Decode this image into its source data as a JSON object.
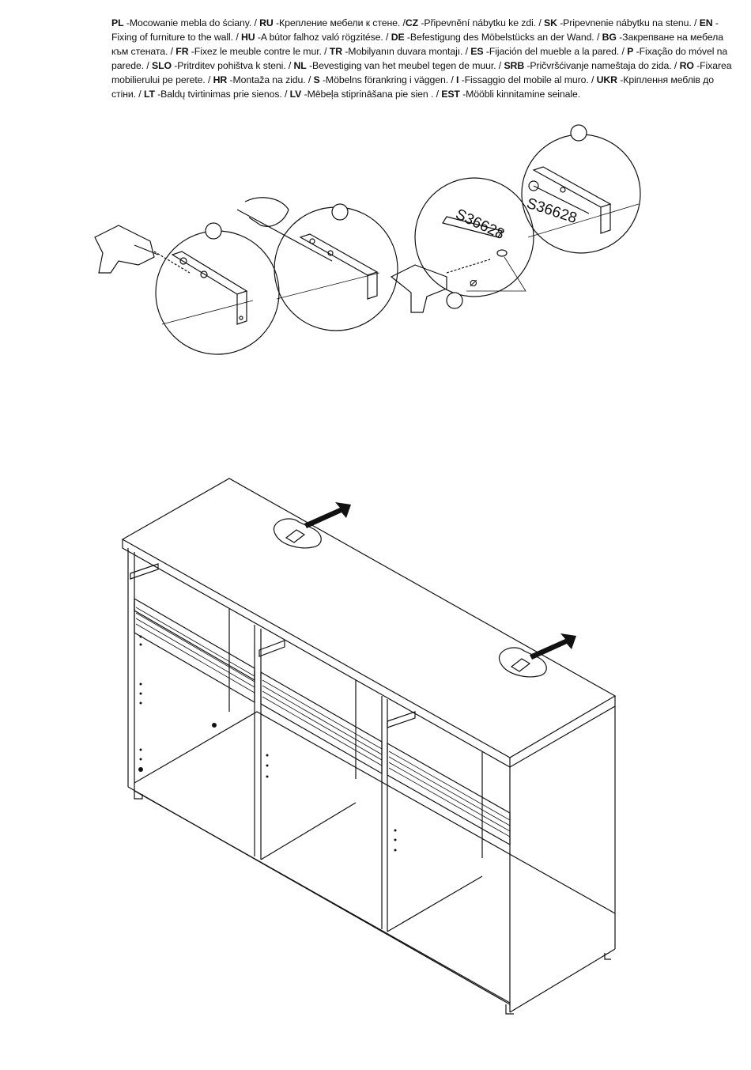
{
  "instructions": [
    {
      "code": "PL",
      "text": " -Mocowanie mebla do ściany. / "
    },
    {
      "code": "RU",
      "text": " -Крепление мебели к стене. /"
    },
    {
      "code": "CZ",
      "text": " -Připevnění nábytku ke zdi. / "
    },
    {
      "code": "SK",
      "text": " -Pripevnenie nábytku na stenu. / "
    },
    {
      "code": "EN",
      "text": " -Fixing of furniture to the wall. / "
    },
    {
      "code": "HU",
      "text": " -A bútor falhoz való rögzitése. / "
    },
    {
      "code": "DE",
      "text": " -Befestigung des Möbelstücks an der Wand. / "
    },
    {
      "code": "BG",
      "text": " -Закрепване на мебела към стената. / "
    },
    {
      "code": "FR",
      "text": " -Fixez le meuble contre le mur. / "
    },
    {
      "code": "TR",
      "text": " -Mobilyanın duvara montajı. / "
    },
    {
      "code": "ES",
      "text": " -Fijación del mueble a la pared. / "
    },
    {
      "code": "P",
      "text": " -Fixação do móvel na parede. / "
    },
    {
      "code": "SLO",
      "text": " -Pritrditev pohištva k steni. / "
    },
    {
      "code": "NL",
      "text": " -Bevestiging van het meubel tegen de muur. / "
    },
    {
      "code": "SRB",
      "text": " -Pričvršćivanje nameštaja do zida. / "
    },
    {
      "code": "RO",
      "text": " -Fixarea mobilierului pe perete. / "
    },
    {
      "code": "HR",
      "text": " -Montaža na zidu. / "
    },
    {
      "code": "S",
      "text": " -Möbelns förankring i väggen. / "
    },
    {
      "code": "I",
      "text": " -Fissaggio del mobile al muro. / "
    },
    {
      "code": "UKR",
      "text": " -Кріплення меблів до стіни. / "
    },
    {
      "code": "LT",
      "text": " -Baldų tvirtinimas prie sienos. / "
    },
    {
      "code": "LV",
      "text": " -Mēbeļa stiprināšana pie sien            . / "
    },
    {
      "code": "EST",
      "text": " -Mööbli kinnitamine seinale."
    }
  ],
  "diagram": {
    "part_code_dowel": "S36628",
    "part_code_screw": "S36628",
    "diameter_symbol": "⌀"
  }
}
